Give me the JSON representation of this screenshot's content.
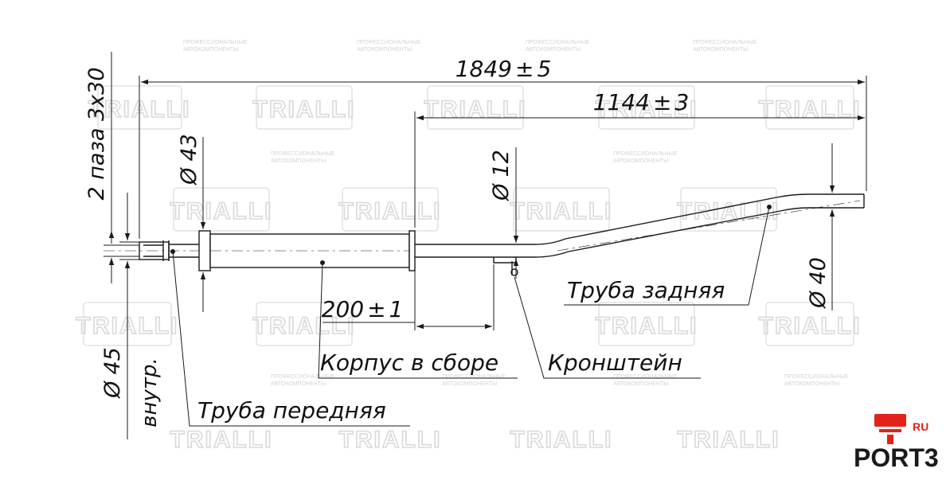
{
  "dimensions": {
    "overall_length": "1849",
    "overall_tol": "5",
    "rear_length": "1144",
    "rear_tol": "3",
    "body_offset": "200",
    "body_offset_tol": "1",
    "slots": "2 паза 3х30",
    "diam_body": "43",
    "diam_bracket": "12",
    "diam_rear": "40",
    "diam_inner": "45",
    "inner_note": "внутр.",
    "diameter_symbol": "Ø",
    "plusminus": "±"
  },
  "labels": {
    "front_pipe": "Труба передняя",
    "body": "Корпус в сборе",
    "bracket": "Кронштейн",
    "rear_pipe": "Труба задняя"
  },
  "watermark": {
    "brand": "TRIALLI",
    "tagline_1": "ПРОФЕССИОНАЛЬНЫЕ",
    "tagline_2": "АВТОКОМПОНЕНТЫ"
  },
  "logo": {
    "name": "PORT3",
    "suffix": "RU"
  },
  "colors": {
    "line": "#1a1a1a",
    "watermark": "#d9d9d9",
    "logo_accent": "#e2231a"
  }
}
